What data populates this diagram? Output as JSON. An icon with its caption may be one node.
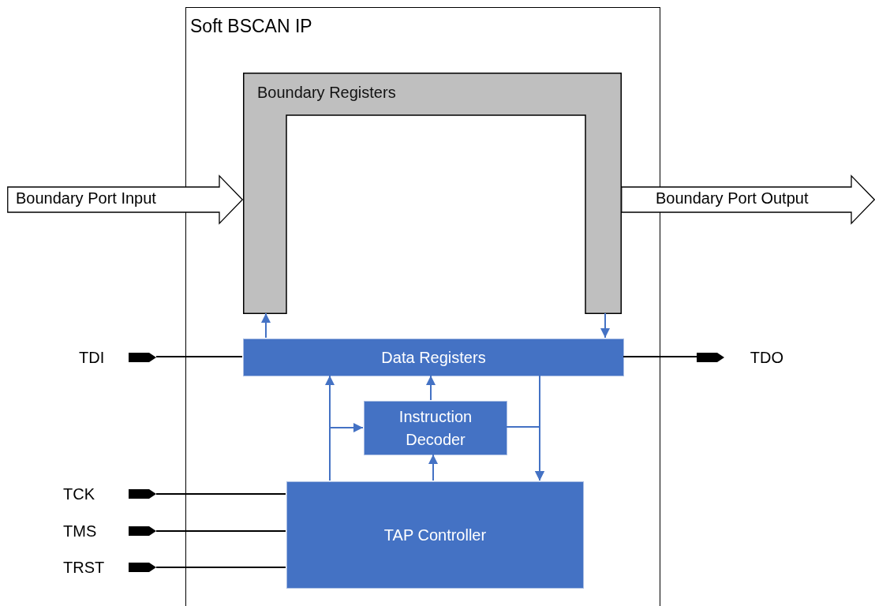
{
  "diagram": {
    "nodes": [
      {
        "text": [
          "Soft BSCAN IP"
        ]
      },
      {
        "text": [
          "Boundary Registers"
        ],
        "in": 0
      },
      {
        "text": [
          "Data Registers"
        ],
        "in": 0
      },
      {
        "text": [
          "Instruction Decoder"
        ],
        "in": 0
      },
      {
        "text": [
          "TAP Controller"
        ],
        "in": 0
      },
      {
        "text": [
          "Boundary Port Input"
        ]
      },
      {
        "text": [
          "Boundary Port Output"
        ]
      },
      {
        "text": [
          "TDI"
        ]
      },
      {
        "text": [
          "TDO"
        ]
      },
      {
        "text": [
          "TCK"
        ]
      },
      {
        "text": [
          "TMS"
        ]
      },
      {
        "text": [
          "TRST"
        ]
      }
    ],
    "edges": [
      {
        "from": 2,
        "to": 1,
        "arrow": "to"
      },
      {
        "from": 1,
        "to": 2,
        "arrow": "to"
      },
      {
        "from": 7,
        "to": 2,
        "arrow": "none",
        "color": "#000000"
      },
      {
        "from": 2,
        "to": 8,
        "arrow": "none",
        "color": "#000000"
      },
      {
        "from": 9,
        "to": 4,
        "arrow": "none",
        "color": "#000000"
      },
      {
        "from": 10,
        "to": 4,
        "arrow": "none",
        "color": "#000000"
      },
      {
        "from": 11,
        "to": 4,
        "arrow": "none",
        "color": "#000000"
      },
      {
        "from": 4,
        "to": 2,
        "arrow": "to"
      },
      {
        "from": 4,
        "to": 3,
        "arrow": "to"
      },
      {
        "from": 4,
        "to": 3,
        "arrow": "to"
      },
      {
        "from": 3,
        "to": 2,
        "arrow": "to"
      },
      {
        "from": 2,
        "to": 4,
        "arrow": "to"
      },
      {
        "from": 3,
        "to": 4,
        "arrow": "to"
      }
    ]
  }
}
